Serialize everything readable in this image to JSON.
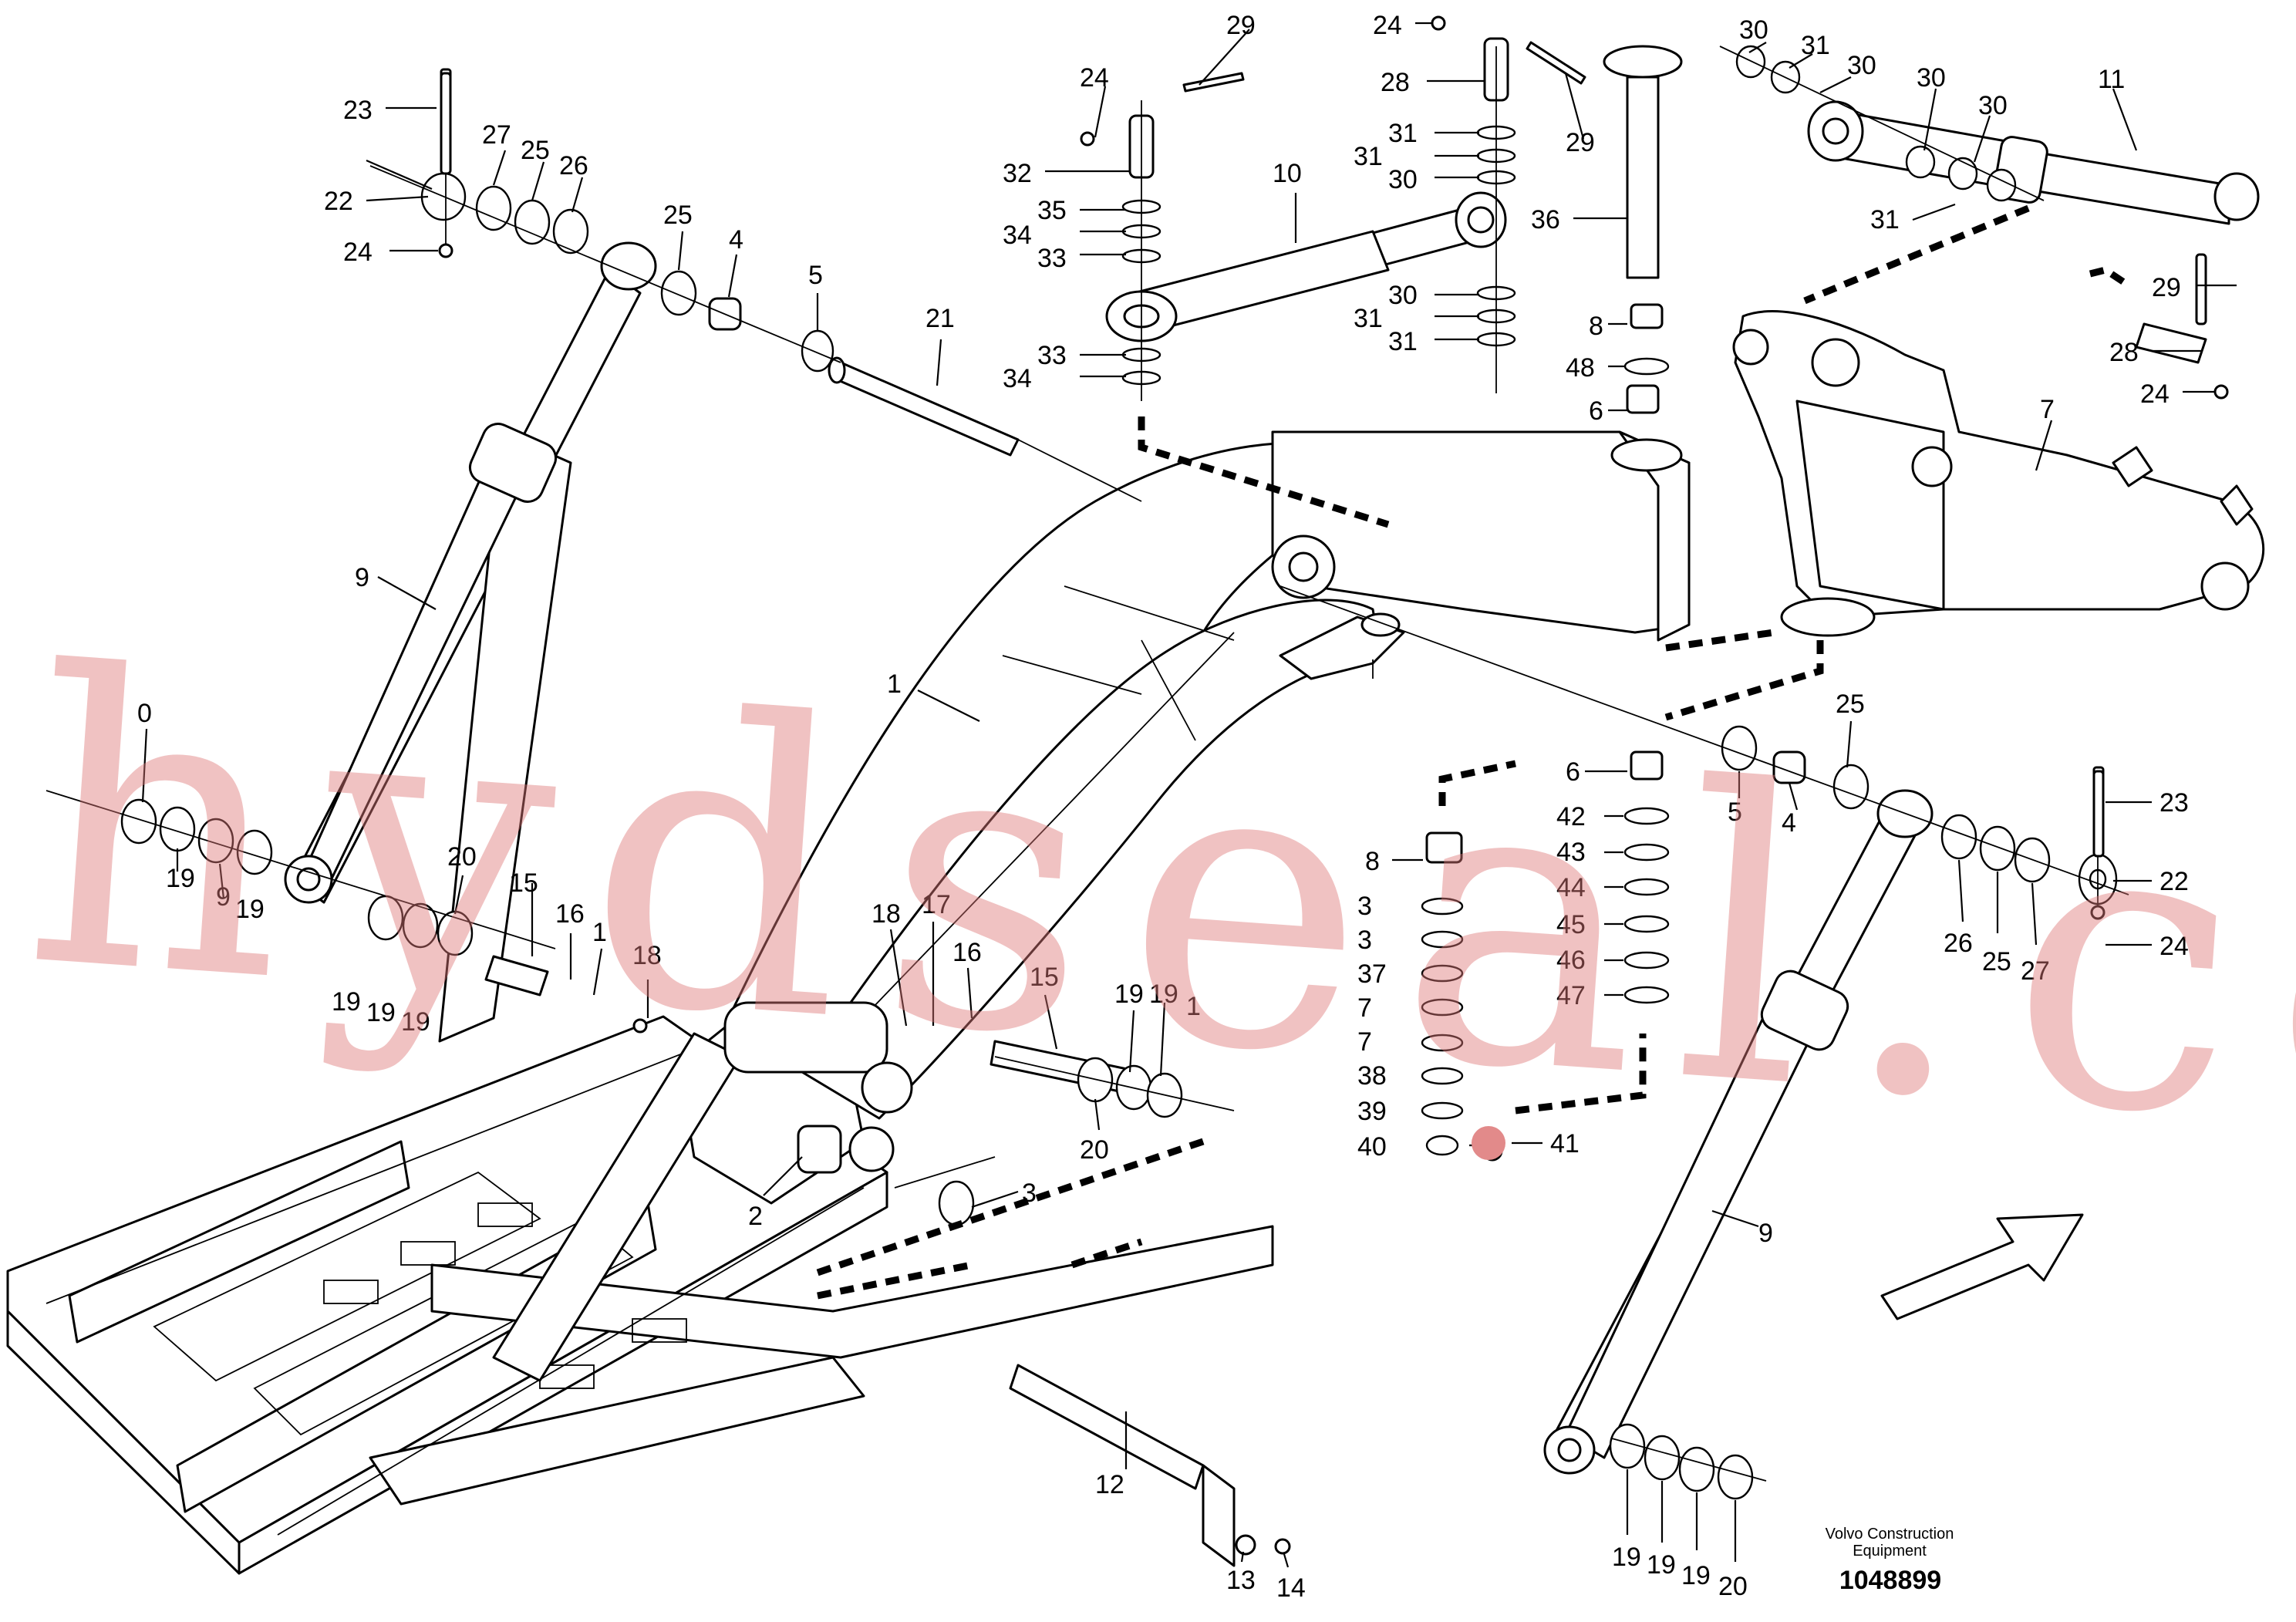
{
  "watermark_text": "hydseal.com",
  "brand_line1": "Volvo Construction",
  "brand_line2": "Equipment",
  "illustration_ref": "1048899",
  "callouts": [
    {
      "id": "c-29a",
      "text": "29"
    },
    {
      "id": "c-24a",
      "text": "24"
    },
    {
      "id": "c-32",
      "text": "32"
    },
    {
      "id": "c-35",
      "text": "35"
    },
    {
      "id": "c-34a",
      "text": "34"
    },
    {
      "id": "c-33a",
      "text": "33"
    },
    {
      "id": "c-33b",
      "text": "33"
    },
    {
      "id": "c-34b",
      "text": "34"
    },
    {
      "id": "c-10",
      "text": "10"
    },
    {
      "id": "c-24b",
      "text": "24"
    },
    {
      "id": "c-28a",
      "text": "28"
    },
    {
      "id": "c-31a",
      "text": "31"
    },
    {
      "id": "c-31b",
      "text": "31"
    },
    {
      "id": "c-30a",
      "text": "30"
    },
    {
      "id": "c-30b",
      "text": "30"
    },
    {
      "id": "c-31c",
      "text": "31"
    },
    {
      "id": "c-31d",
      "text": "31"
    },
    {
      "id": "c-29b",
      "text": "29"
    },
    {
      "id": "c-36",
      "text": "36"
    },
    {
      "id": "c-8a",
      "text": "8"
    },
    {
      "id": "c-48",
      "text": "48"
    },
    {
      "id": "c-6a",
      "text": "6"
    },
    {
      "id": "c-30c",
      "text": "30"
    },
    {
      "id": "c-31e",
      "text": "31"
    },
    {
      "id": "c-30d",
      "text": "30"
    },
    {
      "id": "c-30e",
      "text": "30"
    },
    {
      "id": "c-30f",
      "text": "30"
    },
    {
      "id": "c-11",
      "text": "11"
    },
    {
      "id": "c-31f",
      "text": "31"
    },
    {
      "id": "c-29c",
      "text": "29"
    },
    {
      "id": "c-28b",
      "text": "28"
    },
    {
      "id": "c-7",
      "text": "7"
    },
    {
      "id": "c-24c",
      "text": "24"
    },
    {
      "id": "c-23a",
      "text": "23"
    },
    {
      "id": "c-27a",
      "text": "27"
    },
    {
      "id": "c-25a",
      "text": "25"
    },
    {
      "id": "c-26a",
      "text": "26"
    },
    {
      "id": "c-22a",
      "text": "22"
    },
    {
      "id": "c-24d",
      "text": "24"
    },
    {
      "id": "c-25b",
      "text": "25"
    },
    {
      "id": "c-4a",
      "text": "4"
    },
    {
      "id": "c-5a",
      "text": "5"
    },
    {
      "id": "c-21",
      "text": "21"
    },
    {
      "id": "c-9a",
      "text": "9"
    },
    {
      "id": "c-1",
      "text": "1"
    },
    {
      "id": "c-0",
      "text": "0"
    },
    {
      "id": "c-19a",
      "text": "19"
    },
    {
      "id": "c-9b",
      "text": "9"
    },
    {
      "id": "c-19b",
      "text": "19"
    },
    {
      "id": "c-20a",
      "text": "20"
    },
    {
      "id": "c-15a",
      "text": "15"
    },
    {
      "id": "c-16a",
      "text": "16"
    },
    {
      "id": "c-1b",
      "text": "1"
    },
    {
      "id": "c-18a",
      "text": "18"
    },
    {
      "id": "c-19c",
      "text": "19"
    },
    {
      "id": "c-19d",
      "text": "19"
    },
    {
      "id": "c-19e",
      "text": "19"
    },
    {
      "id": "c-18b",
      "text": "18"
    },
    {
      "id": "c-17",
      "text": "17"
    },
    {
      "id": "c-16b",
      "text": "16"
    },
    {
      "id": "c-15b",
      "text": "15"
    },
    {
      "id": "c-19f",
      "text": "19"
    },
    {
      "id": "c-19g",
      "text": "19"
    },
    {
      "id": "c-1c",
      "text": "1"
    },
    {
      "id": "c-20b",
      "text": "20"
    },
    {
      "id": "c-3",
      "text": "3"
    },
    {
      "id": "c-2",
      "text": "2"
    },
    {
      "id": "c-6b",
      "text": "6"
    },
    {
      "id": "c-42",
      "text": "42"
    },
    {
      "id": "c-43",
      "text": "43"
    },
    {
      "id": "c-44",
      "text": "44"
    },
    {
      "id": "c-45",
      "text": "45"
    },
    {
      "id": "c-46",
      "text": "46"
    },
    {
      "id": "c-47",
      "text": "47"
    },
    {
      "id": "c-8b",
      "text": "8"
    },
    {
      "id": "c-3x1",
      "text": "3"
    },
    {
      "id": "c-3x2",
      "text": "3"
    },
    {
      "id": "c-37",
      "text": "37"
    },
    {
      "id": "c-7x1",
      "text": "7"
    },
    {
      "id": "c-7x2",
      "text": "7"
    },
    {
      "id": "c-38",
      "text": "38"
    },
    {
      "id": "c-39",
      "text": "39"
    },
    {
      "id": "c-40",
      "text": "40"
    },
    {
      "id": "c-41",
      "text": "41"
    },
    {
      "id": "c-25c",
      "text": "25"
    },
    {
      "id": "c-5b",
      "text": "5"
    },
    {
      "id": "c-4b",
      "text": "4"
    },
    {
      "id": "c-23b",
      "text": "23"
    },
    {
      "id": "c-22b",
      "text": "22"
    },
    {
      "id": "c-24e",
      "text": "24"
    },
    {
      "id": "c-26b",
      "text": "26"
    },
    {
      "id": "c-25d",
      "text": "25"
    },
    {
      "id": "c-27b",
      "text": "27"
    },
    {
      "id": "c-9c",
      "text": "9"
    },
    {
      "id": "c-12",
      "text": "12"
    },
    {
      "id": "c-13",
      "text": "13"
    },
    {
      "id": "c-14",
      "text": "14"
    },
    {
      "id": "c-19h",
      "text": "19"
    },
    {
      "id": "c-19i",
      "text": "19"
    },
    {
      "id": "c-19j",
      "text": "19"
    },
    {
      "id": "c-20c",
      "text": "20"
    }
  ]
}
